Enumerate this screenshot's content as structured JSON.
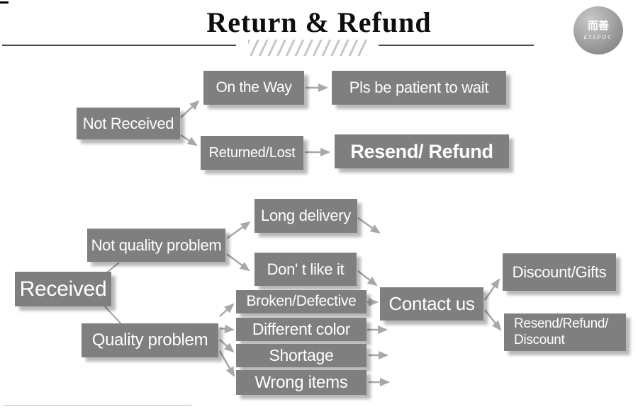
{
  "header": {
    "title": "Return & Refund",
    "logo": {
      "cn": "而善",
      "en": "ESSPOC"
    }
  },
  "colors": {
    "box_fill": "#7f7f7f",
    "box_text": "#ffffff",
    "arrow": "#a8a8a8",
    "title_text": "#0e0e0e",
    "rule": "#4a4a4a",
    "hatch": "#c7c7c7"
  },
  "flowchart": {
    "nodes": {
      "not_received": "Not Received",
      "on_the_way": "On the Way",
      "pls_wait": "Pls be patient to wait",
      "returned_lost": "Returned/Lost",
      "resend_refund": "Resend/ Refund",
      "received": "Received",
      "not_quality_problem": "Not quality problem",
      "long_delivery": "Long delivery",
      "dont_like_it": "Don' t like it",
      "broken_defective": "Broken/Defective",
      "different_color": "Different color",
      "shortage": "Shortage",
      "wrong_items": "Wrong items",
      "contact_us": "Contact us",
      "discount_gifts": "Discount/Gifts",
      "resend_refund_discount": "Resend/Refund/\nDiscount"
    },
    "edges": [
      {
        "from": "Not Received",
        "to": "On the Way"
      },
      {
        "from": "Not Received",
        "to": "Returned/Lost"
      },
      {
        "from": "On the Way",
        "to": "Pls be patient to wait"
      },
      {
        "from": "Returned/Lost",
        "to": "Resend/ Refund"
      },
      {
        "from": "Received",
        "to": "Not quality problem"
      },
      {
        "from": "Received",
        "to": "Quality problem"
      },
      {
        "from": "Not quality problem",
        "to": "Long delivery"
      },
      {
        "from": "Not quality problem",
        "to": "Don' t like it"
      },
      {
        "from": "Quality problem",
        "to": "Broken/Defective"
      },
      {
        "from": "Quality problem",
        "to": "Different color"
      },
      {
        "from": "Quality problem",
        "to": "Shortage"
      },
      {
        "from": "Quality problem",
        "to": "Wrong items"
      },
      {
        "from": "Don' t like it",
        "to": "Contact us"
      },
      {
        "from": "Broken/Defective",
        "to": "Contact us"
      },
      {
        "from": "Contact us",
        "to": "Discount/Gifts"
      },
      {
        "from": "Contact us",
        "to": "Resend/Refund/Discount"
      }
    ],
    "quality_problem_label": "Quality problem"
  }
}
